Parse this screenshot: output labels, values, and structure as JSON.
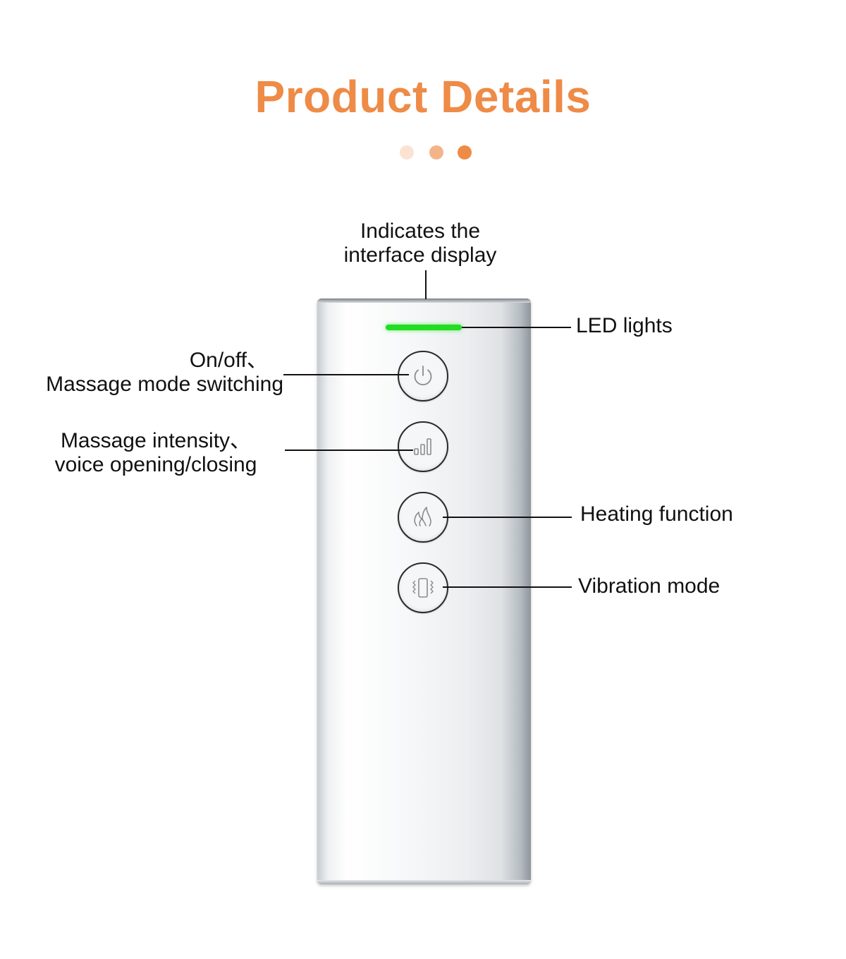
{
  "header": {
    "title": "Product Details",
    "dot_colors": [
      "#fbe3d3",
      "#f4b48a",
      "#ee8b47"
    ]
  },
  "colors": {
    "accent": "#ee8b47",
    "led": "#22dd22"
  },
  "callouts": {
    "display": {
      "line1": "Indicates the",
      "line2": "interface display"
    },
    "led": {
      "text": "LED lights"
    },
    "power": {
      "line1": "On/off、",
      "line2": "Massage mode switching"
    },
    "intensity": {
      "line1": "Massage intensity、",
      "line2": "voice opening/closing"
    },
    "heating": {
      "text": "Heating function"
    },
    "vibration": {
      "text": "Vibration mode"
    }
  },
  "buttons": {
    "power_icon": "power-icon",
    "intensity_icon": "signal-bars-icon",
    "heating_icon": "flame-icon",
    "vibration_icon": "vibration-icon"
  }
}
